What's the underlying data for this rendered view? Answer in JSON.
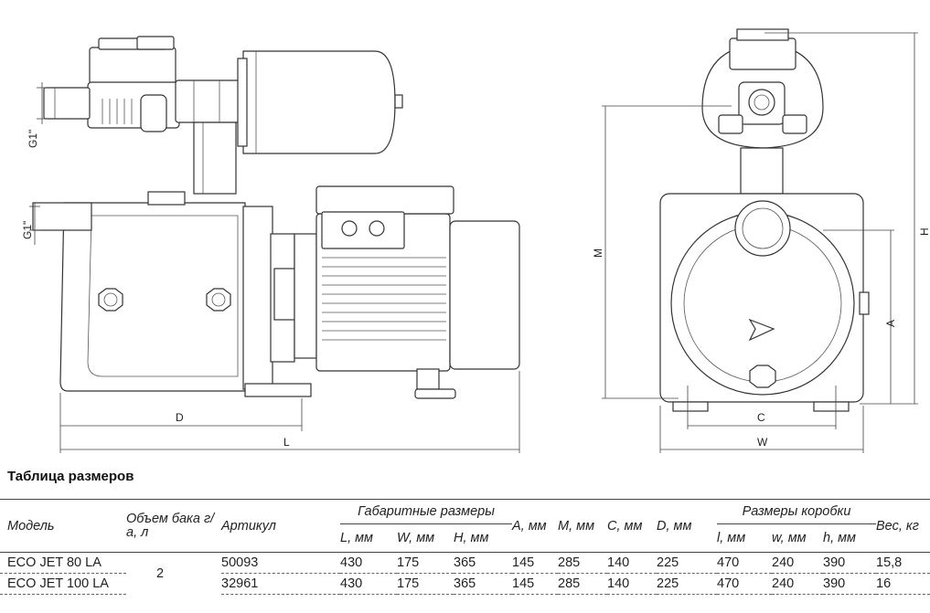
{
  "drawing": {
    "labels": {
      "g1_top": "G1\"",
      "g1_side": "G1\"",
      "d": "D",
      "l": "L",
      "m": "M",
      "h": "H",
      "a": "A",
      "c": "C",
      "w": "W"
    }
  },
  "table": {
    "title": "Таблица размеров",
    "headers": {
      "model": "Модель",
      "tank_volume": "Объем бака г/а, л",
      "article": "Артикул",
      "overall_dims": "Габаритные размеры",
      "l": "L, мм",
      "w": "W, мм",
      "h": "H, мм",
      "a": "A, мм",
      "m": "M, мм",
      "c": "C, мм",
      "d": "D, мм",
      "box_dims": "Размеры коробки",
      "box_l": "l, мм",
      "box_w": "w, мм",
      "box_h": "h, мм",
      "weight": "Вес, кг"
    },
    "tank_volume_shared": "2",
    "rows": [
      {
        "model": "ECO JET 80 LA",
        "article": "50093",
        "L": "430",
        "W": "175",
        "H": "365",
        "A": "145",
        "M": "285",
        "C": "140",
        "D": "225",
        "bl": "470",
        "bw": "240",
        "bh": "390",
        "weight": "15,8"
      },
      {
        "model": "ECO JET 100 LA",
        "article": "32961",
        "L": "430",
        "W": "175",
        "H": "365",
        "A": "145",
        "M": "285",
        "C": "140",
        "D": "225",
        "bl": "470",
        "bw": "240",
        "bh": "390",
        "weight": "16"
      }
    ]
  }
}
